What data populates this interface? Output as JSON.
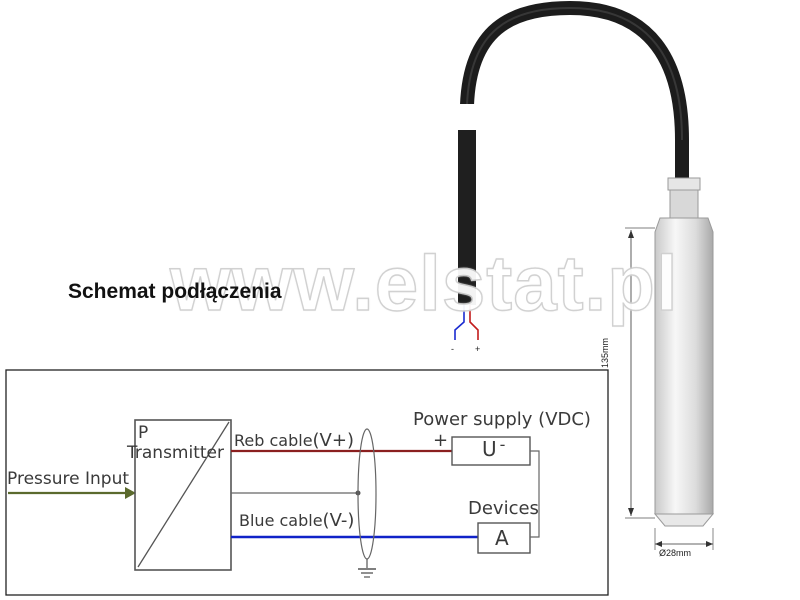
{
  "title": "Schemat podłączenia",
  "watermark": "www.elstat.pl",
  "sensor": {
    "wire_minus": "-",
    "wire_plus": "+",
    "length_label": "135mm",
    "diameter_label": "Ø28mm"
  },
  "schematic": {
    "pressure_input": "Pressure Input",
    "transmitter_p": "P",
    "transmitter": "Transmitter",
    "red_cable": "Reb cable",
    "red_cable_sign": "(V+)",
    "blue_cable": "Blue cable",
    "blue_cable_sign": "(V-)",
    "power_supply": "Power supply",
    "power_supply_unit": "(VDC)",
    "plus_sign": "+",
    "u_label": "U",
    "u_sign": "-",
    "devices": "Devices",
    "a_label": "A"
  },
  "colors": {
    "red_wire": "#8b1f1f",
    "blue_wire": "#1022c8",
    "arrow": "#5b6a2d",
    "cable": "#1c1c1c"
  }
}
